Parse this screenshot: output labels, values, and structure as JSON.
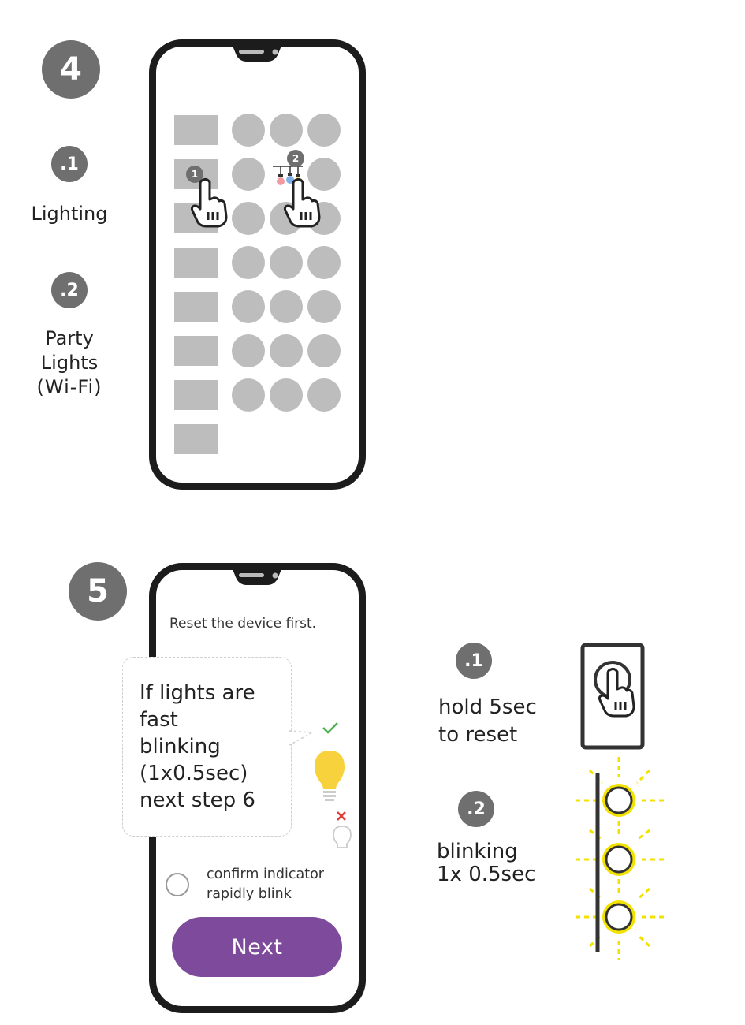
{
  "step4": {
    "number": "4",
    "items": [
      {
        "number": ".1",
        "label": "Lighting"
      },
      {
        "number": ".2",
        "label_lines": [
          "Party",
          "Lights",
          "(Wi-Fi)"
        ]
      }
    ],
    "tap_markers": [
      "1",
      "2"
    ]
  },
  "step5": {
    "number": "5",
    "screen_title": "Reset the device first.",
    "bubble_lines": [
      "If lights are",
      "fast",
      "blinking",
      "(1x0.5sec)",
      "next step 6"
    ],
    "confirm_lines": [
      "confirm indicator",
      "rapidly blink"
    ],
    "next_label": "Next",
    "items": [
      {
        "number": ".1",
        "label_lines": [
          "hold 5sec",
          "to reset"
        ]
      },
      {
        "number": ".2",
        "label_lines": [
          "blinking",
          "1x 0.5sec"
        ]
      }
    ]
  },
  "colors": {
    "badge": "#6f6f6f",
    "button": "#7e4a9c",
    "blink": "#f2e200",
    "check": "#4caf50",
    "cross": "#e53935",
    "bulb": "#f8d23c"
  },
  "icons": [
    "tap-hand-icon",
    "party-lights-icon",
    "check-icon",
    "cross-icon",
    "bulb-on-icon",
    "bulb-off-icon",
    "reset-switch-icon",
    "blinking-lights-icon"
  ]
}
